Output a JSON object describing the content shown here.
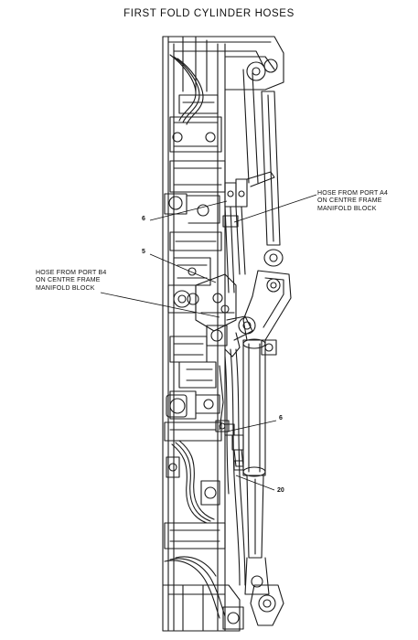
{
  "title": "FIRST FOLD CYLINDER HOSES",
  "callouts": {
    "port_a4": [
      "HOSE FROM PORT A4",
      "ON CENTRE FRAME",
      "MANIFOLD BLOCK"
    ],
    "port_b4": [
      "HOSE FROM PORT B4",
      "ON CENTRE FRAME",
      "MANIFOLD BLOCK"
    ]
  },
  "item_numbers": {
    "upper_6": "6",
    "item_5": "5",
    "lower_6": "6",
    "item_20": "20"
  }
}
